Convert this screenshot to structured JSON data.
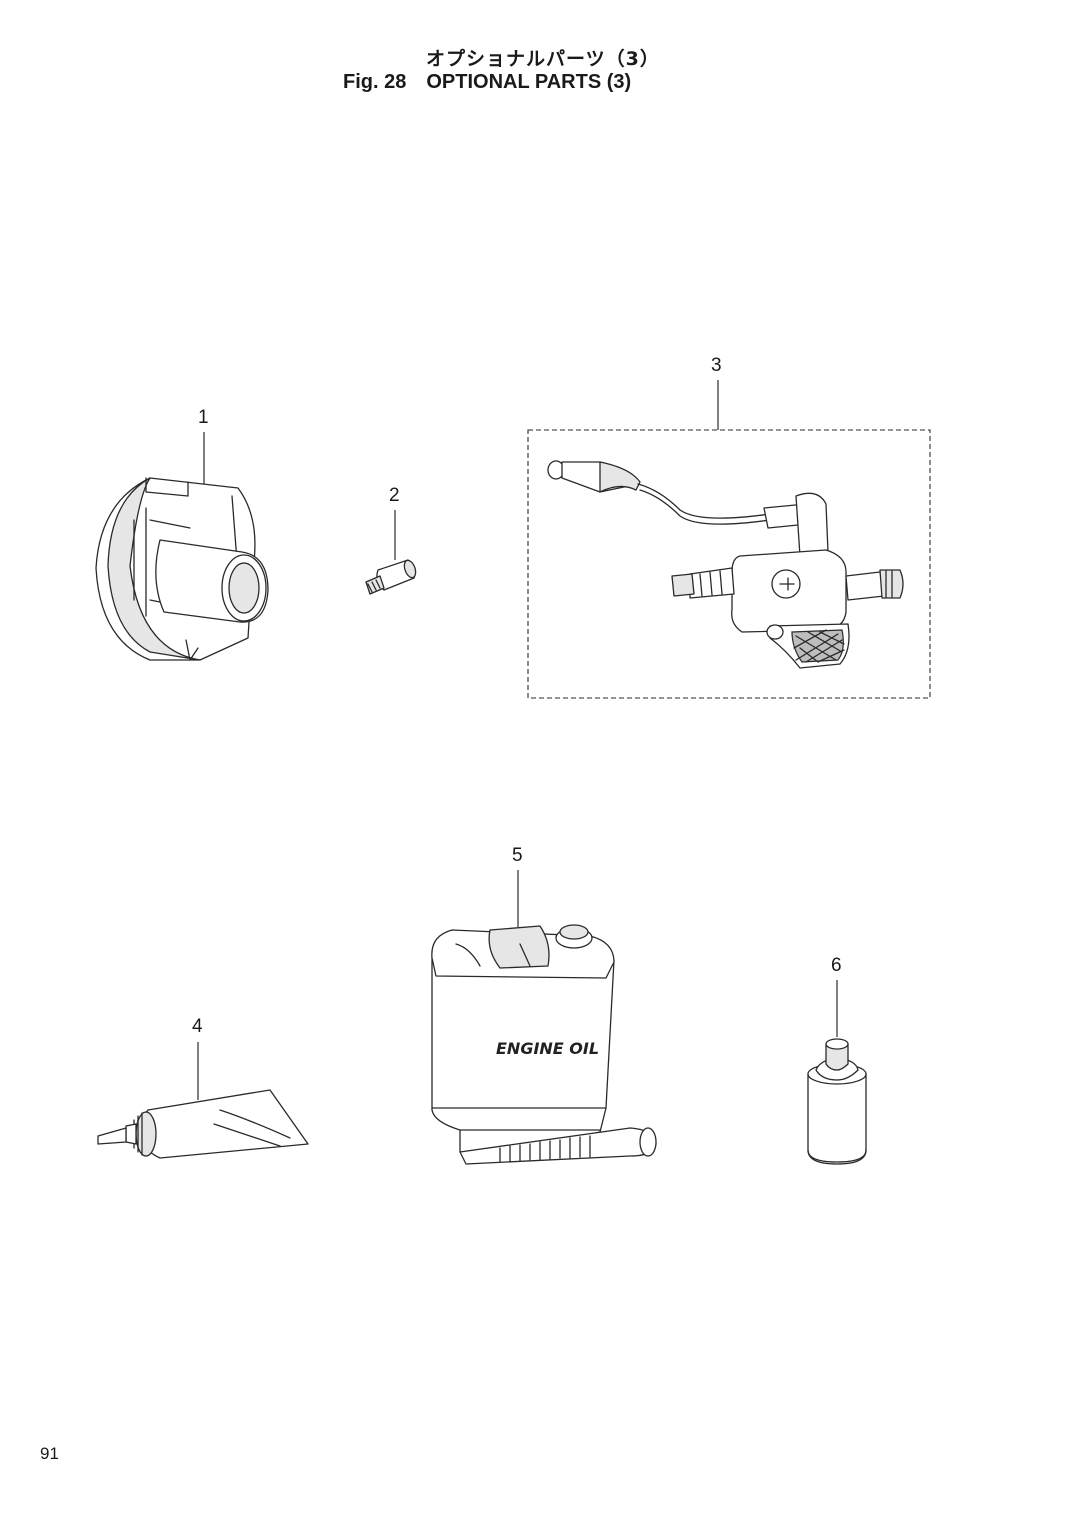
{
  "header": {
    "title_jp": "オプショナルパーツ（3）",
    "fig_label": "Fig. 28",
    "title_en": "OPTIONAL PARTS (3)"
  },
  "parts": [
    {
      "ref": "1",
      "icon": "ring-adapter-icon"
    },
    {
      "ref": "2",
      "icon": "nozzle-tip-icon"
    },
    {
      "ref": "3",
      "icon": "spray-gun-kit-icon"
    },
    {
      "ref": "4",
      "icon": "grease-tube-icon"
    },
    {
      "ref": "5",
      "icon": "oil-canister-icon",
      "label": "ENGINE OIL"
    },
    {
      "ref": "6",
      "icon": "small-can-icon"
    }
  ],
  "footer": {
    "page_number": "91"
  }
}
